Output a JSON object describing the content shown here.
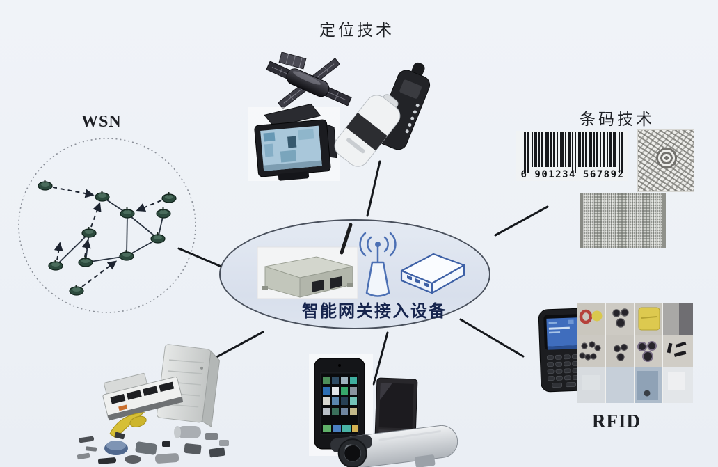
{
  "center": {
    "label": "智能网关接入设备",
    "devices": [
      "gateway-box",
      "wireless-antenna",
      "modem-router"
    ]
  },
  "clusters": {
    "wsn": {
      "label": "WSN",
      "node_count": 11
    },
    "positioning": {
      "label": "定位技术",
      "devices": [
        "satellite",
        "gps-navigator",
        "gps-tracker-white",
        "gps-tracker-black"
      ]
    },
    "barcode": {
      "label": "条码技术",
      "digits": "6 901234 567892",
      "items": [
        "ean-barcode",
        "maxicode",
        "matrix-2d-code"
      ]
    },
    "rfid": {
      "label": "RFID",
      "devices": [
        "handheld-rfid-reader",
        "rfid-tag-photo-grid"
      ]
    },
    "sensors": {
      "devices": [
        "control-cabinet",
        "industrial-sensor-kit"
      ]
    },
    "mobile": {
      "devices": [
        "smartphone",
        "feature-phone",
        "cctv-camera"
      ]
    }
  },
  "colors": {
    "background": "#edf1f6",
    "ellipse_fill": "#dce3ee",
    "ellipse_stroke": "#49505c",
    "connector": "#15181c",
    "center_label": "#16244d",
    "blue_device_outline": "#4368ad",
    "wsn_node": "#2c4a3d"
  }
}
